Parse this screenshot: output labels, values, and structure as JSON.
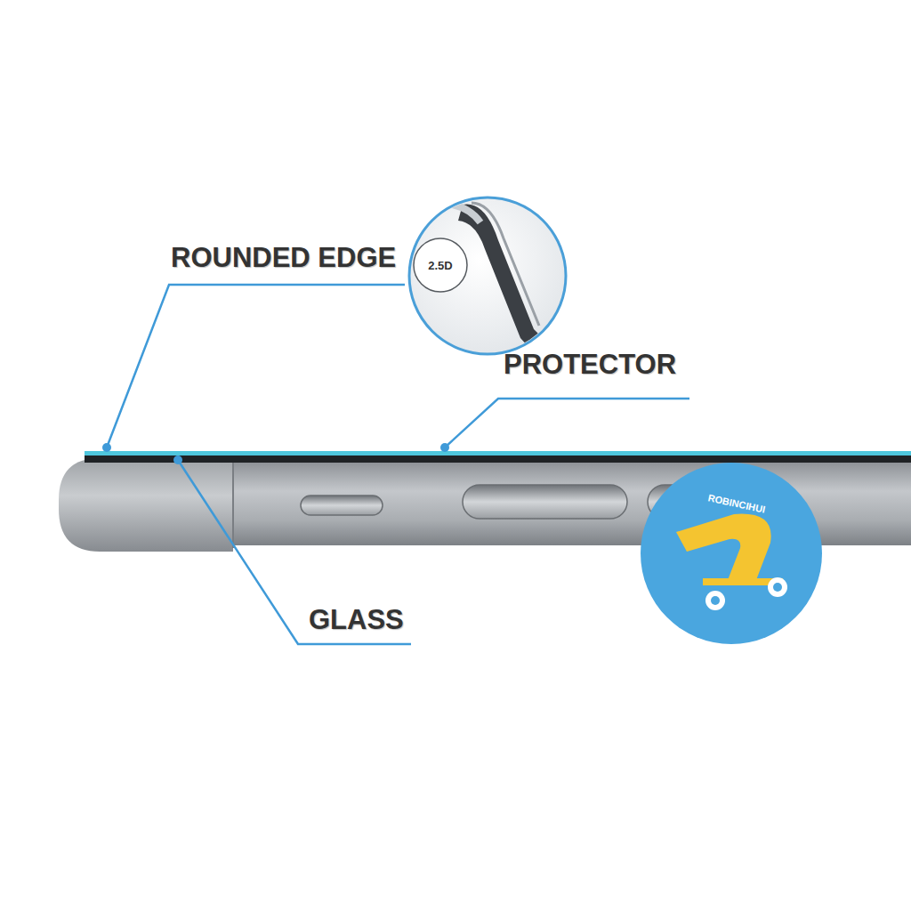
{
  "diagram": {
    "labels": [
      "ROUNDED EDGE",
      "PROTECTOR",
      "GLASS",
      "2.5D",
      "ROBINCIHUI"
    ]
  }
}
